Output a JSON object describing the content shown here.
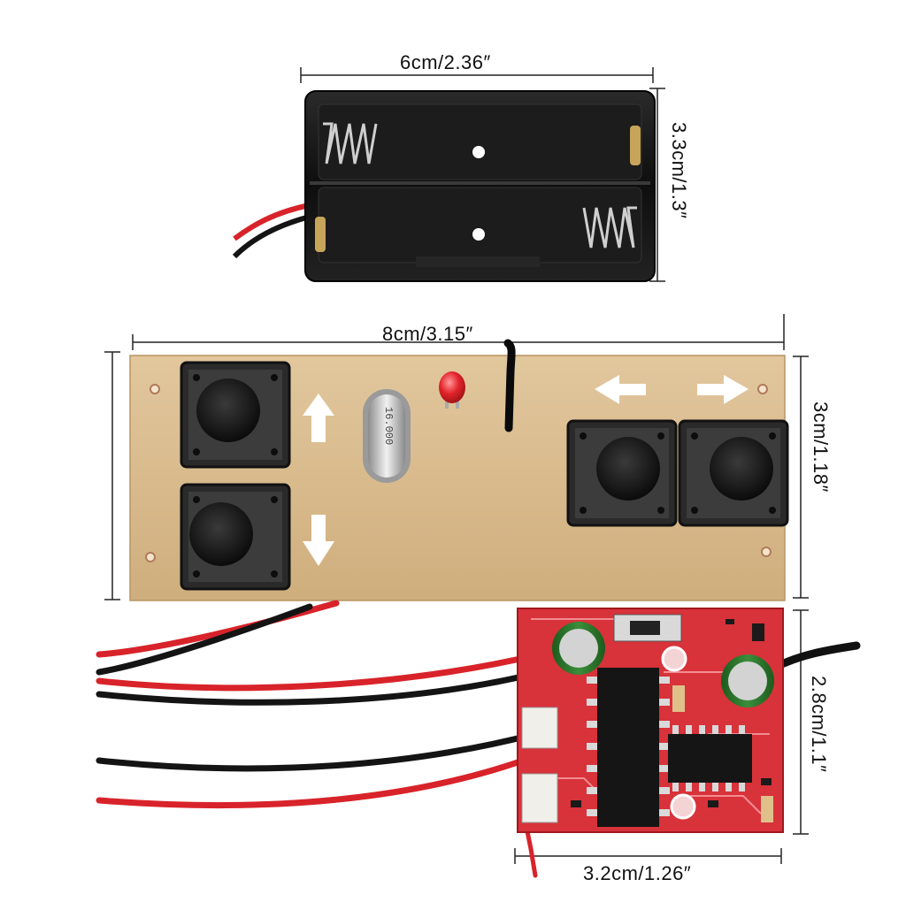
{
  "dimensions": {
    "battery_width": "6cm/2.36″",
    "battery_height": "3.3cm/1.3″",
    "remote_width": "8cm/3.15″",
    "remote_height": "3cm/1.18″",
    "receiver_height": "2.8cm/1.1″",
    "receiver_width": "3.2cm/1.26″"
  },
  "components": {
    "crystal_marking": "16.000"
  },
  "colors": {
    "pcb": "#d9b88a",
    "receiver_pcb": "#d8323a",
    "battery_holder": "#151515",
    "wire_red": "#d8232a",
    "wire_black": "#141414",
    "led": "#e3242b"
  }
}
